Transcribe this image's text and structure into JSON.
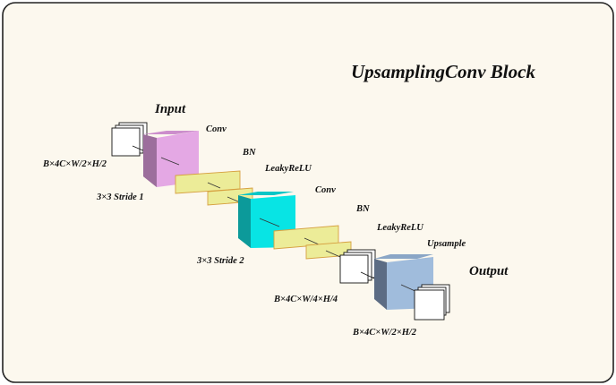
{
  "title": "UpsamplingConv Block",
  "input_label": "Input",
  "output_label": "Output",
  "stage1": {
    "conv": "Conv",
    "bn": "BN",
    "act": "LeakyReLU",
    "kernel": "3×3  Stride 1"
  },
  "stage2": {
    "conv": "Conv",
    "bn": "BN",
    "act": "LeakyReLU",
    "kernel": "3×3  Stride 2"
  },
  "upsample": "Upsample",
  "dims": {
    "input": "B×4C×W/2×H/2",
    "mid": "B×4C×W/4×H/4",
    "output": "B×4C×W/2×H/2"
  },
  "colors": {
    "background": "#fcf8ee",
    "frame": "#222222",
    "conv1_face": "#e4a8e4",
    "conv1_side": "#9c6e9c",
    "conv1_top": "#cc8ecc",
    "conv2_face": "#08e4e4",
    "conv2_side": "#0c9a9a",
    "conv2_top": "#08c6c6",
    "bn_face": "#ecec98",
    "bn_border": "#d6a040",
    "upsample_face": "#a0bcdc",
    "upsample_side": "#5c6c84",
    "upsample_top": "#8aa6c6"
  }
}
